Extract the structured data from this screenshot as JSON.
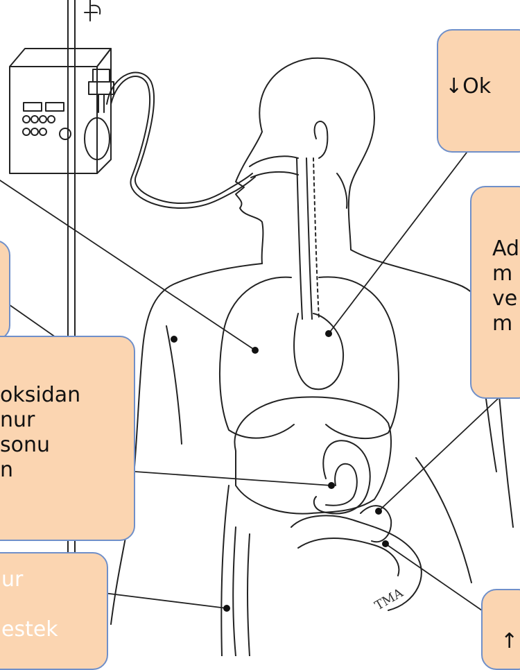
{
  "labels": {
    "top_right": "↓Ok",
    "right_mid": "Ad\nm\nve\nm",
    "left_mid": "oksidan\nnur\nsonu\nn",
    "left_bottom": "ur\n\nestek",
    "bottom_right": "↑"
  },
  "signature": "TMA",
  "colors": {
    "callout_fill": "#fbd5b1",
    "callout_border": "#6f8fc9",
    "line": "#222222",
    "pointer_dot": "#111111"
  }
}
